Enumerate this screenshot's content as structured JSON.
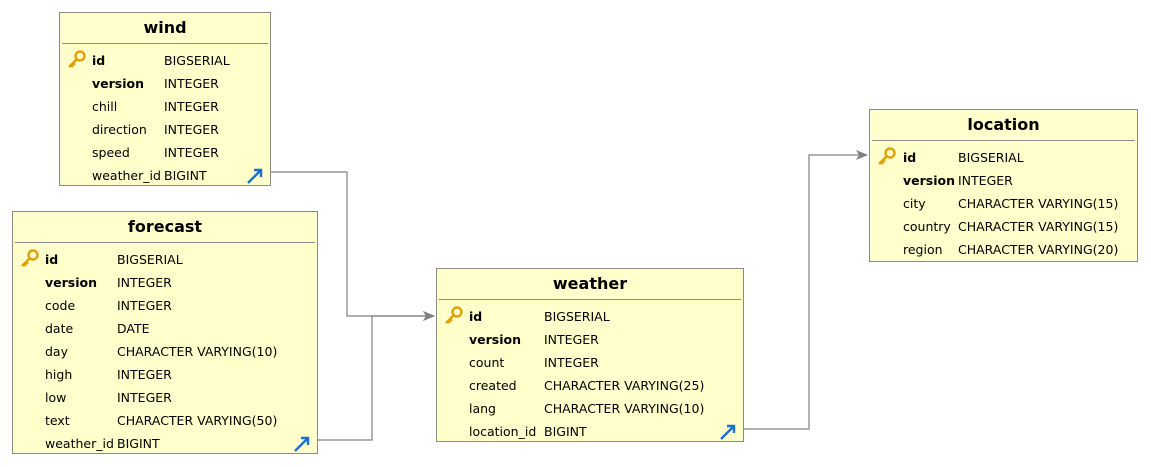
{
  "colors": {
    "table_fill": "#ffffcc",
    "border": "#8a8a8a",
    "key": "#e0a000",
    "fk_arrow": "#1a6fcf",
    "connector": "#808080"
  },
  "tables": {
    "wind": {
      "name": "wind",
      "columns": [
        {
          "name": "id",
          "type": "BIGSERIAL",
          "role": "primary-key"
        },
        {
          "name": "version",
          "type": "INTEGER"
        },
        {
          "name": "chill",
          "type": "INTEGER"
        },
        {
          "name": "direction",
          "type": "INTEGER"
        },
        {
          "name": "speed",
          "type": "INTEGER"
        },
        {
          "name": "weather_id",
          "type": "BIGINT",
          "role": "foreign-key"
        }
      ]
    },
    "forecast": {
      "name": "forecast",
      "columns": [
        {
          "name": "id",
          "type": "BIGSERIAL",
          "role": "primary-key"
        },
        {
          "name": "version",
          "type": "INTEGER"
        },
        {
          "name": "code",
          "type": "INTEGER"
        },
        {
          "name": "date",
          "type": "DATE"
        },
        {
          "name": "day",
          "type": "CHARACTER VARYING(10)"
        },
        {
          "name": "high",
          "type": "INTEGER"
        },
        {
          "name": "low",
          "type": "INTEGER"
        },
        {
          "name": "text",
          "type": "CHARACTER VARYING(50)"
        },
        {
          "name": "weather_id",
          "type": "BIGINT",
          "role": "foreign-key"
        }
      ]
    },
    "weather": {
      "name": "weather",
      "columns": [
        {
          "name": "id",
          "type": "BIGSERIAL",
          "role": "primary-key"
        },
        {
          "name": "version",
          "type": "INTEGER"
        },
        {
          "name": "count",
          "type": "INTEGER"
        },
        {
          "name": "created",
          "type": "CHARACTER VARYING(25)"
        },
        {
          "name": "lang",
          "type": "CHARACTER VARYING(10)"
        },
        {
          "name": "location_id",
          "type": "BIGINT",
          "role": "foreign-key"
        }
      ]
    },
    "location": {
      "name": "location",
      "columns": [
        {
          "name": "id",
          "type": "BIGSERIAL",
          "role": "primary-key"
        },
        {
          "name": "version",
          "type": "INTEGER"
        },
        {
          "name": "city",
          "type": "CHARACTER VARYING(15)"
        },
        {
          "name": "country",
          "type": "CHARACTER VARYING(15)"
        },
        {
          "name": "region",
          "type": "CHARACTER VARYING(20)"
        }
      ]
    }
  },
  "relationships": [
    {
      "from": "wind.weather_id",
      "to": "weather.id"
    },
    {
      "from": "forecast.weather_id",
      "to": "weather.id"
    },
    {
      "from": "weather.location_id",
      "to": "location.id"
    }
  ]
}
